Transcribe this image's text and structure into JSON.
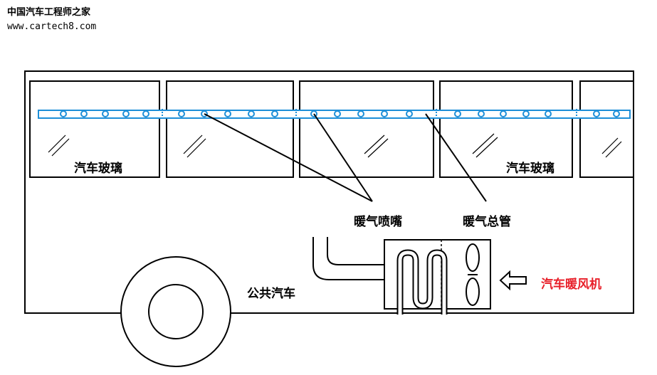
{
  "watermark": {
    "site_name": "中国汽车工程师之家",
    "url": "www.cartech8.com"
  },
  "labels": {
    "glass_left": "汽车玻璃",
    "glass_right": "汽车玻璃",
    "nozzle": "暖气喷嘴",
    "main_pipe": "暖气总管",
    "bus": "公共汽车",
    "heater": "汽车暖风机"
  },
  "colors": {
    "pipe": "#1e8fd8",
    "outline": "#000000",
    "heater_label": "#e8202a"
  }
}
